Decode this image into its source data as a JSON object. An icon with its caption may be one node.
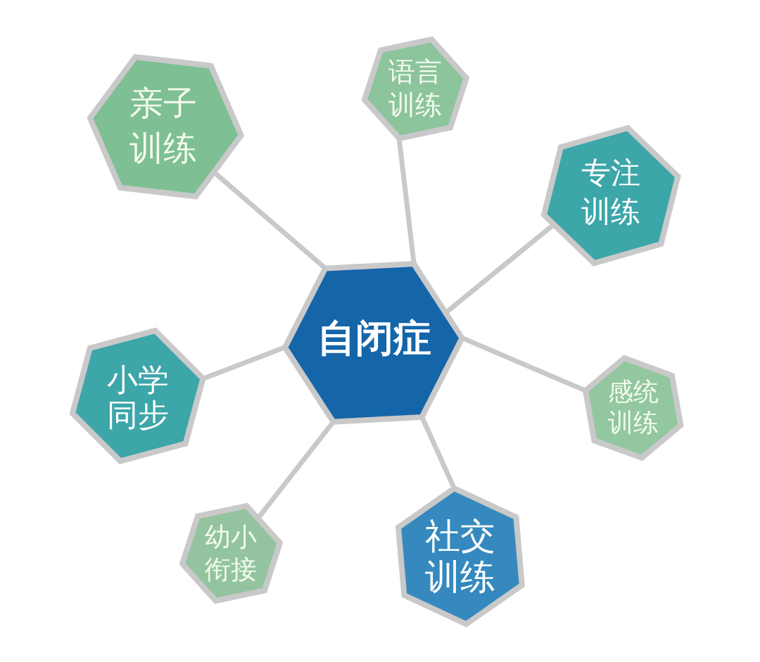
{
  "diagram": {
    "nodes": [
      {
        "text": [
          "自闭症"
        ]
      },
      {
        "text": [
          "亲子训练"
        ]
      },
      {
        "text": [
          "语言训练"
        ]
      },
      {
        "text": [
          "专注训练"
        ]
      },
      {
        "text": [
          "小学同步"
        ]
      },
      {
        "text": [
          "感统训练"
        ]
      },
      {
        "text": [
          "幼小衔接"
        ]
      },
      {
        "text": [
          "社交训练"
        ]
      }
    ],
    "edges": [
      {
        "from": 0,
        "to": 1,
        "arrow": "none"
      },
      {
        "from": 0,
        "to": 2,
        "arrow": "none"
      },
      {
        "from": 0,
        "to": 3,
        "arrow": "none"
      },
      {
        "from": 0,
        "to": 4,
        "arrow": "none"
      },
      {
        "from": 0,
        "to": 5,
        "arrow": "none"
      },
      {
        "from": 0,
        "to": 6,
        "arrow": "none"
      },
      {
        "from": 0,
        "to": 7,
        "arrow": "none"
      }
    ]
  }
}
